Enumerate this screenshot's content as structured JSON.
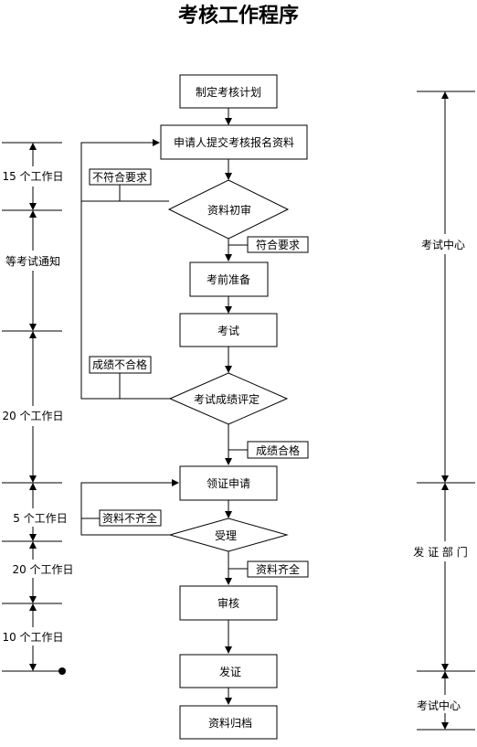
{
  "title": "考核工作程序",
  "steps": {
    "plan": "制定考核计划",
    "apply": "申请人提交考核报名资料",
    "review": "资料初审",
    "prep": "考前准备",
    "exam": "考试",
    "assess": "考试成绩评定",
    "claim": "领证申请",
    "accept": "受理",
    "audit": "审核",
    "issue": "发证",
    "archive": "资料归档"
  },
  "conditions": {
    "not_meet": "不符合要求",
    "meet": "符合要求",
    "fail": "成绩不合格",
    "pass": "成绩合格",
    "incomplete": "资料不齐全",
    "complete": "资料齐全"
  },
  "timeline": {
    "t1": "15 个工作日",
    "t2": "等考试通知",
    "t3": "20 个工作日",
    "t4": "5 个工作日",
    "t5": "20 个工作日",
    "t6": "10 个工作日"
  },
  "departments": {
    "d1": "考试中心",
    "d2": "发 证 部 门",
    "d3": "考试中心"
  }
}
